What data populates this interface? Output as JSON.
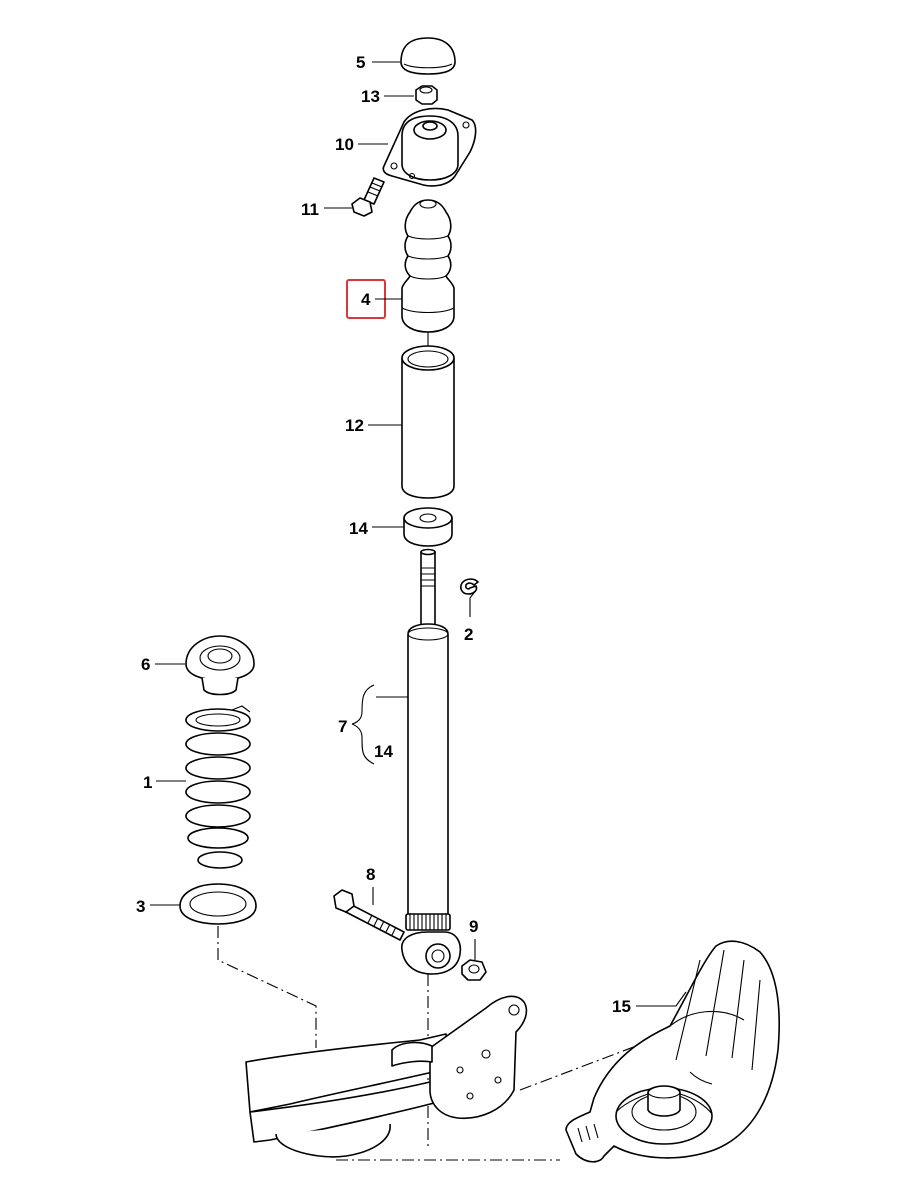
{
  "diagram": {
    "highlight_color": "#d9363e",
    "highlighted_part": "4",
    "labels": {
      "p1": "1",
      "p2": "2",
      "p3": "3",
      "p4": "4",
      "p5": "5",
      "p6": "6",
      "p7": "7",
      "p8": "8",
      "p9": "9",
      "p10": "10",
      "p11": "11",
      "p12": "12",
      "p13": "13",
      "p14a": "14",
      "p14b": "14",
      "p15": "15"
    }
  }
}
